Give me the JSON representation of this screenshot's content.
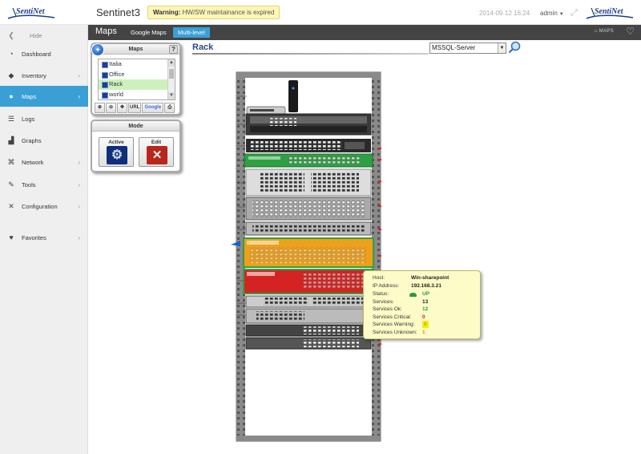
{
  "header": {
    "app_title": "Sentinet3",
    "warning_label": "Warning:",
    "warning_text": "HW/SW maintainance is expired",
    "datetime": "2014-09-12 16:24",
    "user": "admin",
    "logo_text": "SentiNet"
  },
  "sidebar": {
    "hide_label": "Hide",
    "items": [
      {
        "label": "Dashboard"
      },
      {
        "label": "Inventory"
      },
      {
        "label": "Maps"
      },
      {
        "label": "Logs"
      },
      {
        "label": "Graphs"
      },
      {
        "label": "Network"
      },
      {
        "label": "Tools"
      },
      {
        "label": "Configuration"
      },
      {
        "label": "Favorites"
      }
    ]
  },
  "subbar": {
    "title": "Maps",
    "tabs": [
      "Google Maps",
      "Multi-level"
    ],
    "active_tab": "Multi-level",
    "breadcrumb": "MAPS"
  },
  "maps_panel": {
    "title": "Maps",
    "help": "?",
    "items": [
      "Italia",
      "Office",
      "Rack",
      "world"
    ],
    "selected": "Rack",
    "tools": [
      "zoom-in",
      "zoom-out",
      "pan",
      "URL",
      "Google",
      "print"
    ],
    "url_label": "URL",
    "google_label": "Google"
  },
  "mode_panel": {
    "title": "Mode",
    "active_label": "Active",
    "edit_label": "Edit"
  },
  "map": {
    "title": "Rack",
    "server_selected": "MSSQL-Server"
  },
  "tooltip": {
    "rows": [
      {
        "label": "Host:",
        "value": "Win-sharepoint",
        "color": "#222222"
      },
      {
        "label": "IP Address:",
        "value": "192.168.3.21",
        "color": "#222222"
      },
      {
        "label": "Status:",
        "value": "UP",
        "color": "#2a9a3a"
      },
      {
        "label": "Services:",
        "value": "13",
        "color": "#222222"
      },
      {
        "label": "Services Ok:",
        "value": "12",
        "color": "#2a9a3a"
      },
      {
        "label": "Services Critical:",
        "value": "0",
        "color": "#d02020"
      },
      {
        "label": "Services Warning:",
        "value": "0",
        "color": "#c8a000"
      },
      {
        "label": "Services  Unknown:",
        "value": "1",
        "color": "#e08a00"
      }
    ]
  },
  "colors": {
    "accent": "#3a9fd5",
    "subbar": "#444444",
    "warning_bg": "#fdf6b7",
    "rack_green": "#2ea043",
    "rack_orange": "#f0a018",
    "rack_red": "#d42323"
  }
}
